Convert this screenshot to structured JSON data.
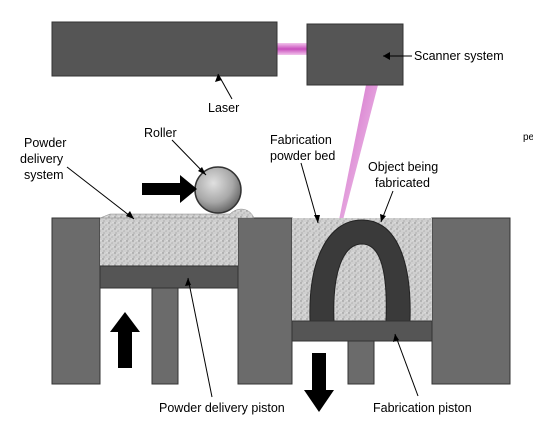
{
  "labels": {
    "laser": "Laser",
    "scanner": "Scanner system",
    "roller": "Roller",
    "powder_delivery_line1": "Powder",
    "powder_delivery_line2": "delivery",
    "powder_delivery_line3": "system",
    "fab_bed_line1": "Fabrication",
    "fab_bed_line2": "powder bed",
    "object_line1": "Object being",
    "object_line2": "fabricated",
    "delivery_piston": "Powder delivery piston",
    "fab_piston": "Fabrication piston",
    "edge_fragment": "pe"
  },
  "colors": {
    "block": "#555555",
    "block_stroke": "#333333",
    "wall": "#6b6b6b",
    "powder": "#c9c9c9",
    "object": "#3a3a3a",
    "beam": "#d98ad0",
    "arrow": "#000000"
  },
  "icons": {
    "push_arrow": "arrow-right",
    "up_arrow": "arrow-up",
    "down_arrow": "arrow-down"
  }
}
